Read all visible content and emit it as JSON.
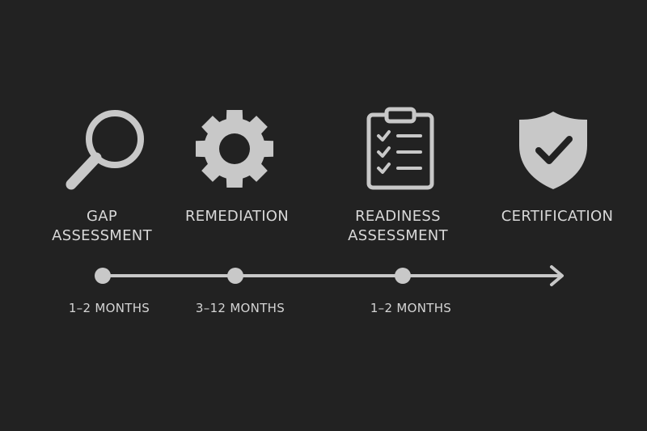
{
  "colors": {
    "background": "#222222",
    "icon": "#c8c8c8",
    "text": "#d8d8d8"
  },
  "stages": [
    {
      "icon": "magnifier-icon",
      "label_lines": [
        "GAP",
        "ASSESSMENT"
      ]
    },
    {
      "icon": "gear-icon",
      "label_lines": [
        "REMEDIATION"
      ]
    },
    {
      "icon": "clipboard-checklist-icon",
      "label_lines": [
        "READINESS",
        "ASSESSMENT"
      ]
    },
    {
      "icon": "shield-check-icon",
      "label_lines": [
        "CERTIFICATION"
      ]
    }
  ],
  "durations": [
    "1–2 MONTHS",
    "3–12 MONTHS",
    "1–2 MONTHS"
  ]
}
